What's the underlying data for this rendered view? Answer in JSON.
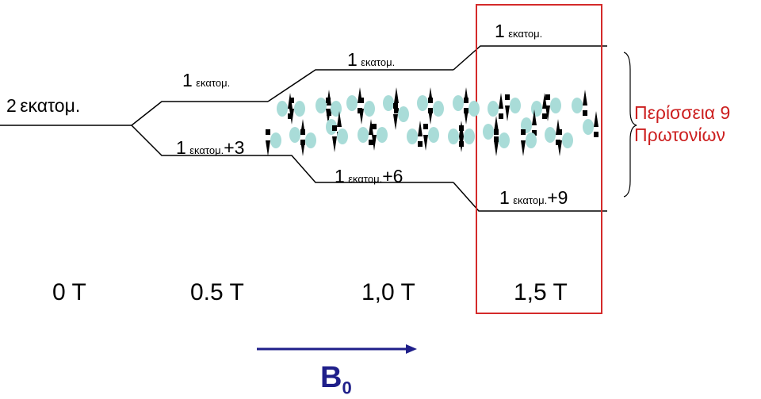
{
  "levels": {
    "level_0t": {
      "number": "2",
      "unit": "εκατομ.",
      "suffix": ""
    },
    "level_05t_up": {
      "number": "1",
      "unit": "εκατομ.",
      "suffix": ""
    },
    "level_05t_down": {
      "number": "1",
      "unit": "εκατομ.",
      "suffix": "+3"
    },
    "level_1t_up": {
      "number": "1",
      "unit": "εκατομ.",
      "suffix": ""
    },
    "level_1t_down": {
      "number": "1",
      "unit": "εκατομ.",
      "suffix": "+6"
    },
    "level_15t_up": {
      "number": "1",
      "unit": "εκατομ.",
      "suffix": ""
    },
    "level_15t_down": {
      "number": "1",
      "unit": "εκατομ.",
      "suffix": "+9"
    }
  },
  "field_values": [
    "0 T",
    "0.5 T",
    "1,0 T",
    "1,5 T"
  ],
  "excess_label": [
    "Περίσσεια 9",
    "Πρωτονίων"
  ],
  "b0_label": {
    "letter": "B",
    "subscript": "0"
  },
  "colors": {
    "line": "#000000",
    "highlight_box": "#d42a2a",
    "excess_text": "#cc1f1f",
    "arrow": "#1f1f8a",
    "proton": "#a9dcd8"
  },
  "icons": [
    "proton-spin-up-icon",
    "proton-spin-down-icon",
    "b0-arrow-icon",
    "curly-brace-icon"
  ]
}
